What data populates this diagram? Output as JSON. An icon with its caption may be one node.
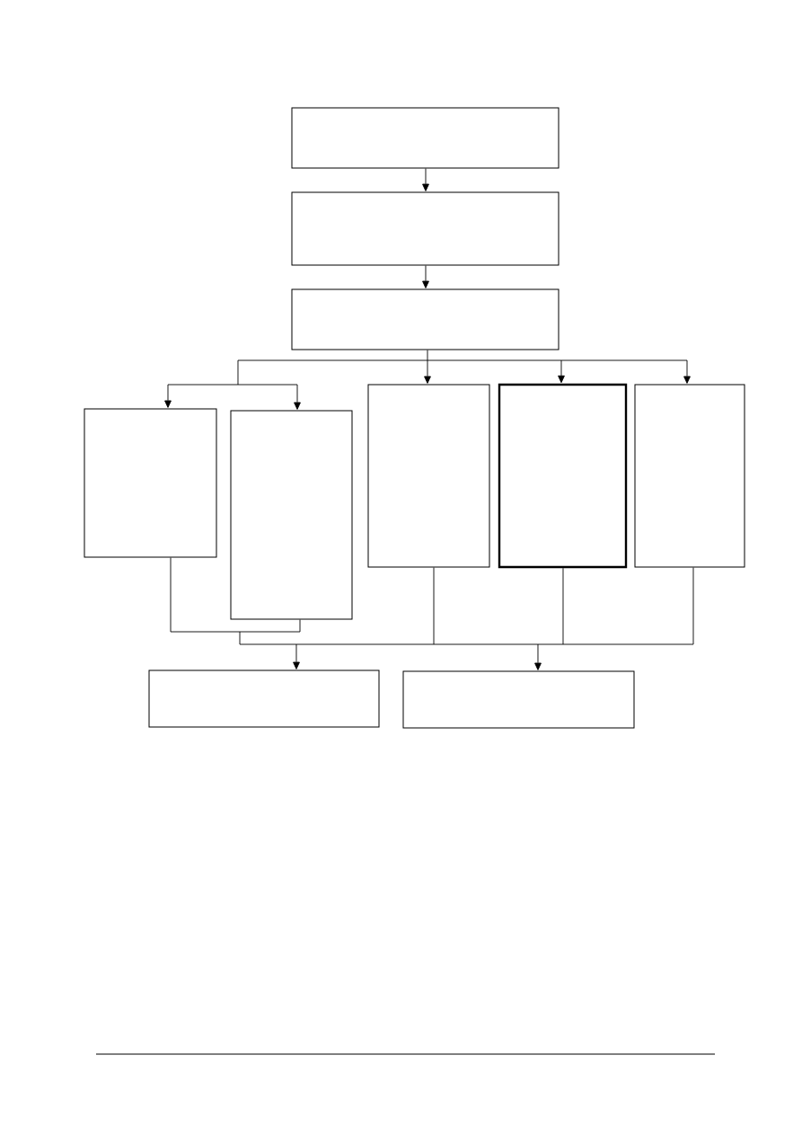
{
  "diagram": {
    "nodes": [
      {
        "text": [],
        "shape": "box"
      },
      {
        "text": [],
        "shape": "box"
      },
      {
        "text": [],
        "shape": "box"
      },
      {
        "text": [],
        "shape": "box"
      },
      {
        "text": [],
        "shape": "box"
      },
      {
        "text": [],
        "shape": "box"
      },
      {
        "text": [],
        "shape": "box"
      },
      {
        "text": [],
        "shape": "box"
      },
      {
        "text": [],
        "shape": "box"
      },
      {
        "text": [],
        "shape": "box"
      }
    ],
    "edges": [
      {
        "from": 0,
        "to": 1,
        "arrow": "to"
      },
      {
        "from": 1,
        "to": 2,
        "arrow": "to"
      },
      {
        "from": 2,
        "to": 3,
        "arrow": "to"
      },
      {
        "from": 2,
        "to": 4,
        "arrow": "to"
      },
      {
        "from": 2,
        "to": 5,
        "arrow": "to"
      },
      {
        "from": 2,
        "to": 6,
        "arrow": "to"
      },
      {
        "from": 2,
        "to": 7,
        "arrow": "to"
      },
      {
        "from": 3,
        "to": 8,
        "arrow": "to"
      },
      {
        "from": 3,
        "to": 9,
        "arrow": "to"
      },
      {
        "from": 4,
        "to": 8,
        "arrow": "to"
      },
      {
        "from": 4,
        "to": 9,
        "arrow": "to"
      },
      {
        "from": 5,
        "to": 8,
        "arrow": "to"
      },
      {
        "from": 5,
        "to": 9,
        "arrow": "to"
      },
      {
        "from": 6,
        "to": 8,
        "arrow": "to"
      },
      {
        "from": 6,
        "to": 9,
        "arrow": "to"
      },
      {
        "from": 7,
        "to": 8,
        "arrow": "to"
      },
      {
        "from": 7,
        "to": 9,
        "arrow": "to"
      }
    ]
  }
}
